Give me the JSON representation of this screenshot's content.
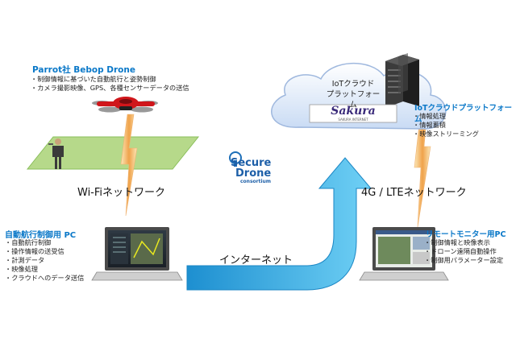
{
  "drone": {
    "title": "Parrot社 Bebop Drone",
    "items": [
      "制御情報に基づいた自動航行と姿勢制御",
      "カメラ撮影映像、GPS、各種センサーデータの送信"
    ]
  },
  "cloud": {
    "label_line1": "IoTクラウド",
    "label_line2": "プラットフォーム",
    "logo_text": "Sakura",
    "logo_sub": "SAKURA INTERNET"
  },
  "iot_platform": {
    "title": "IoTクラウドプラットフォーム",
    "items": [
      "情報処理",
      "情報蓄積",
      "映像ストリーミング"
    ]
  },
  "secure_drone": {
    "line1": "Secure",
    "line2": "Drone",
    "line3": "consortium"
  },
  "wifi_label": "Wi-Fiネットワーク",
  "lte_label": "4G / LTEネットワーク",
  "internet_label": "インターネット",
  "control_pc": {
    "title": "自動航行制御用 PC",
    "items": [
      "自動航行制御",
      "操作情報の送受信",
      "計測データ",
      "映像処理",
      "クラウドへのデータ送信"
    ]
  },
  "monitor_pc": {
    "title": "リモートモニター用PC",
    "items": [
      "制御情報と映像表示",
      "ドローン遠隔自動操作",
      "制御用パラメーター設定"
    ]
  },
  "colors": {
    "accent_blue": "#0a78c8",
    "drone_red": "#d0161b",
    "arrow_cyan": "#2fb0e6",
    "grass": "#b6d98a"
  }
}
